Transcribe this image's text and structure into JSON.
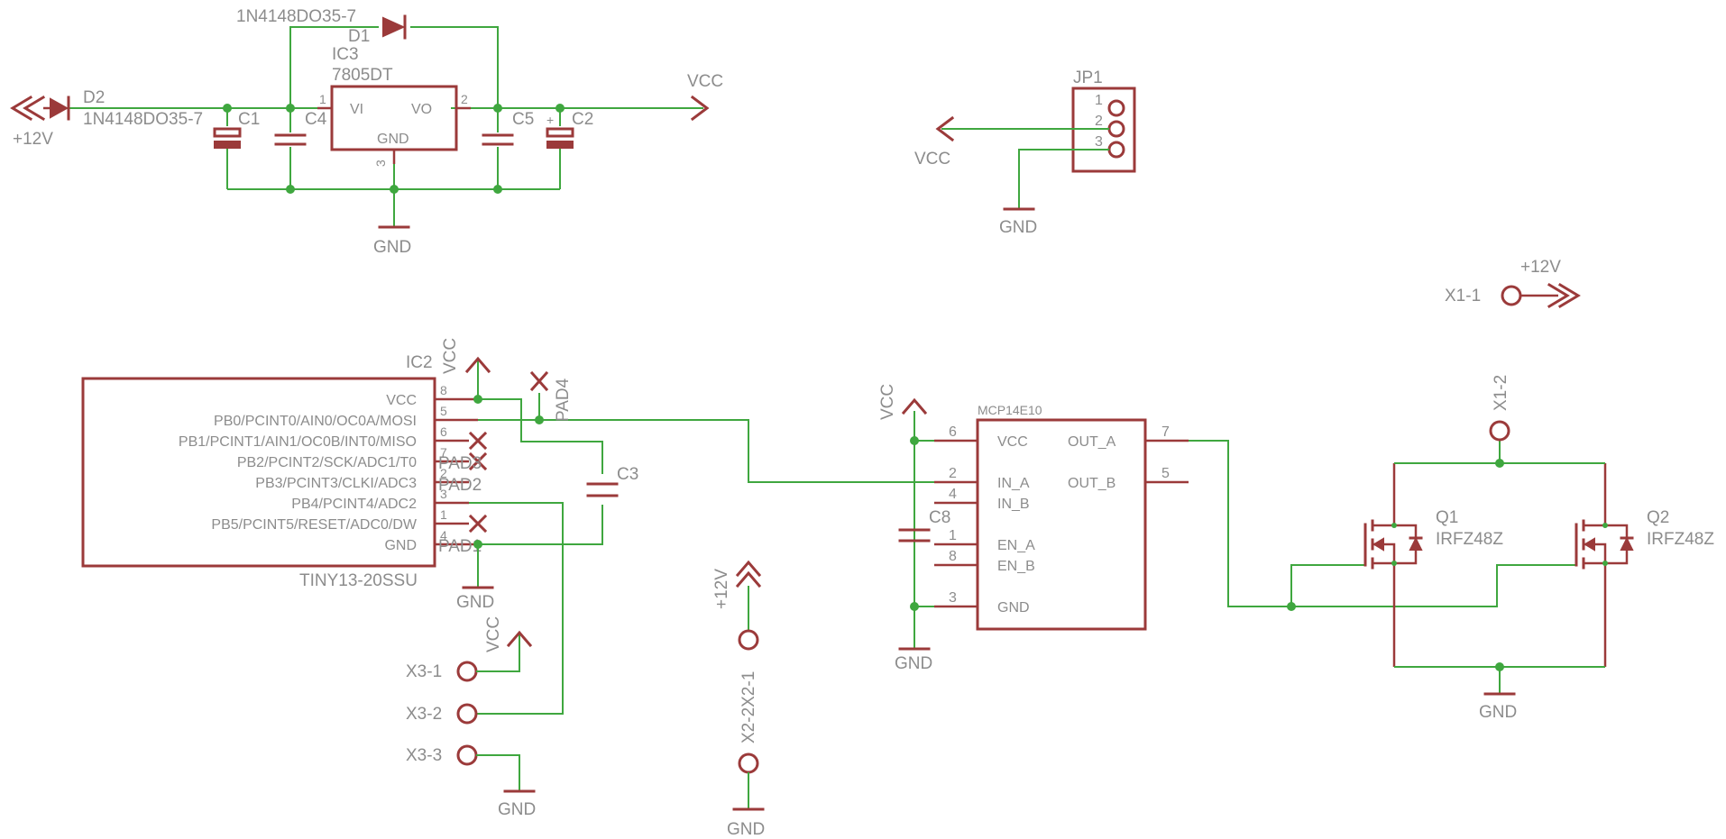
{
  "colors": {
    "symbol": "#9b3a3a",
    "net": "#3fa73f",
    "text": "#8c8c8c",
    "background": "#ffffff"
  },
  "labels": {
    "d1_value": "1N4148DO35-7",
    "d1_name": "D1",
    "ic3_name": "IC3",
    "ic3_value": "7805DT",
    "ic3_vi": "VI",
    "ic3_vo": "VO",
    "ic3_gnd": "GND",
    "ic3_pin1": "1",
    "ic3_pin2": "2",
    "ic3_pin3": "3",
    "d2_name": "D2",
    "d2_value": "1N4148DO35-7",
    "c1": "C1",
    "c4": "C4",
    "c5": "C5",
    "c2": "C2",
    "c2_plus": "+",
    "plus12v": "+12V",
    "vcc": "VCC",
    "gnd": "GND",
    "jp1": "JP1",
    "jp_pin1": "1",
    "jp_pin2": "2",
    "jp_pin3": "3",
    "x1_1": "X1-1",
    "x1_2": "X1-2",
    "ic2_name": "IC2",
    "ic2_value": "TINY13-20SSU",
    "ic2_pins": [
      {
        "name": "VCC",
        "num": "8"
      },
      {
        "name": "PB0/PCINT0/AIN0/OC0A/MOSI",
        "num": "5"
      },
      {
        "name": "PB1/PCINT1/AIN1/OC0B/INT0/MISO",
        "num": "6"
      },
      {
        "name": "PB2/PCINT2/SCK/ADC1/T0",
        "num": "7"
      },
      {
        "name": "PB3/PCINT3/CLKI/ADC3",
        "num": "2"
      },
      {
        "name": "PB4/PCINT4/ADC2",
        "num": "3"
      },
      {
        "name": "PB5/PCINT5/RESET/ADC0/DW",
        "num": "1"
      },
      {
        "name": "GND",
        "num": "4"
      }
    ],
    "pad4": "PAD4",
    "pad3": "PAD3",
    "pad2": "PAD2",
    "pad1": "PAD1",
    "c3": "C3",
    "c8": "C8",
    "x3_1": "X3-1",
    "x3_2": "X3-2",
    "x3_3": "X3-3",
    "x2": "X2-2X2-1",
    "mcp_name": "MCP14E10",
    "mcp_left": [
      {
        "name": "VCC",
        "num": "6"
      },
      {
        "name": "IN_A",
        "num": "2"
      },
      {
        "name": "IN_B",
        "num": "4"
      },
      {
        "name": "EN_A",
        "num": "1"
      },
      {
        "name": "EN_B",
        "num": "8"
      },
      {
        "name": "GND",
        "num": "3"
      }
    ],
    "mcp_right": [
      {
        "name": "OUT_A",
        "num": "7"
      },
      {
        "name": "OUT_B",
        "num": "5"
      }
    ],
    "q1_name": "Q1",
    "q1_value": "IRFZ48Z",
    "q2_name": "Q2",
    "q2_value": "IRFZ48Z"
  }
}
